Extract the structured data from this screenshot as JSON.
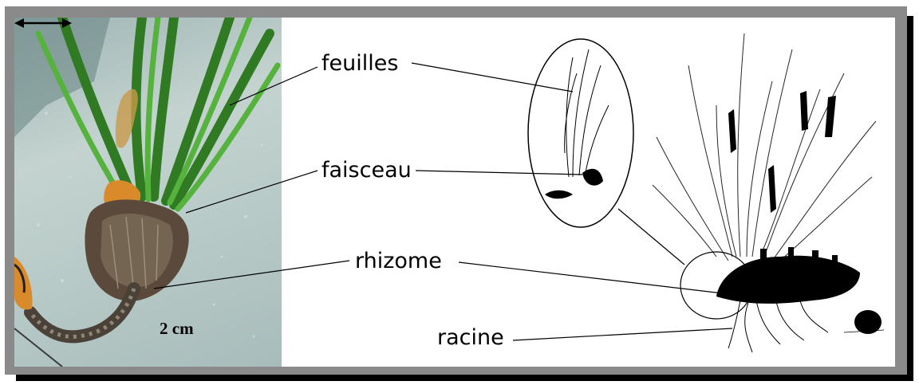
{
  "figure": {
    "scale_bar": {
      "label": "2 cm"
    },
    "labels": {
      "leaves": "feuilles",
      "bundle": "faisceau",
      "rhizome": "rhizome",
      "root": "racine"
    }
  },
  "colors": {
    "frame": "#8a8a8a",
    "shadow": "#000000",
    "sand": "#b9cbc8",
    "leaf_green": "#3e9a2e",
    "orange": "#d98a2a",
    "ink": "#000000"
  }
}
